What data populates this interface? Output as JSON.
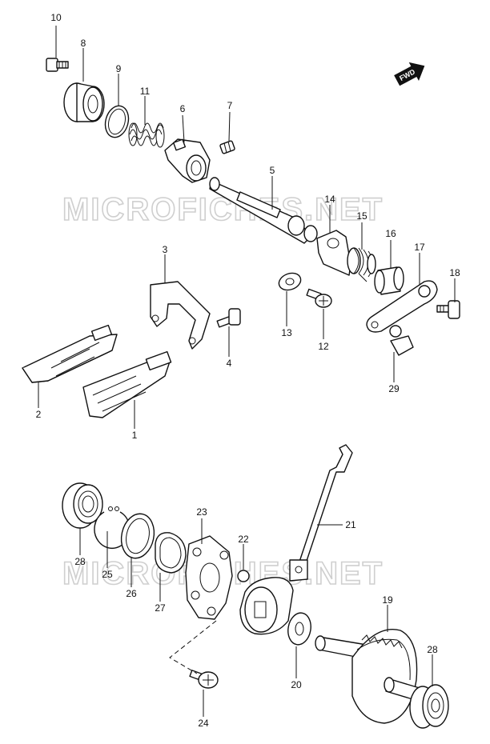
{
  "watermark": "MICROFICHES.NET",
  "direction_badge": "FWD",
  "callouts": {
    "p1": "1",
    "p2": "2",
    "p3": "3",
    "p4": "4",
    "p5": "5",
    "p6": "6",
    "p7": "7",
    "p8": "8",
    "p9": "9",
    "p10": "10",
    "p11": "11",
    "p12": "12",
    "p13": "13",
    "p14": "14",
    "p15": "15",
    "p16": "16",
    "p17": "17",
    "p18": "18",
    "p19": "19",
    "p20": "20",
    "p21": "21",
    "p22": "22",
    "p23": "23",
    "p24": "24",
    "p25": "25",
    "p26": "26",
    "p27": "27",
    "p28a": "28",
    "p28b": "28",
    "p29": "29"
  }
}
